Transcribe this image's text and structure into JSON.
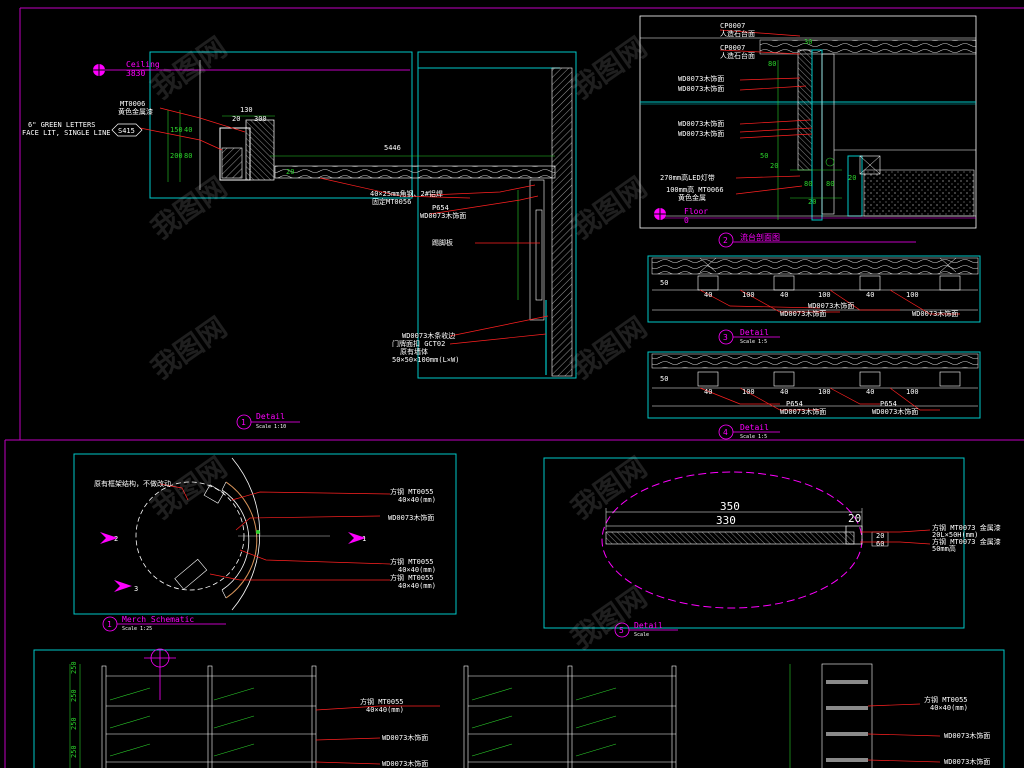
{
  "colors": {
    "background": "#000000",
    "frame": "#00c8c8",
    "magenta": "#ff00ff",
    "leader": "#ff2020",
    "dimension": "#2bd12b",
    "hatch": "#ffffff"
  },
  "watermark_text": "我图网",
  "sections": {
    "detail1": {
      "num": "1",
      "title": "Detail",
      "scale": "Scale 1:10"
    },
    "detail2": {
      "num": "2",
      "title": "流台剖面图"
    },
    "detail3": {
      "num": "3",
      "title": "Detail",
      "scale": "Scale 1:5"
    },
    "detail4": {
      "num": "4",
      "title": "Detail",
      "scale": "Scale 1:5"
    },
    "merch": {
      "num": "1",
      "title": "Merch Schematic",
      "scale": "Scale 1:25"
    },
    "detail5": {
      "num": "5",
      "title": "Detail",
      "scale": "Scale"
    }
  },
  "levels": {
    "ceiling": {
      "label": "Ceiling",
      "value": "3830"
    },
    "floor": {
      "label": "Floor",
      "value": "0"
    }
  },
  "detail1": {
    "tag": "S415",
    "green_letters": [
      "6\" GREEN LETTERS",
      "FACE LIT, SINGLE LINE"
    ],
    "mt_label": [
      "MT0006",
      "黄色金属漆"
    ],
    "dims_top": [
      "130",
      "20",
      "300"
    ],
    "dim_long": "5446",
    "dims_left": [
      "150",
      "200",
      "40",
      "80"
    ],
    "dims_side": [
      "20"
    ],
    "notes_right": [
      "40×25mm角钢、2#铝焊",
      "固定MT0056"
    ],
    "notes_bottom": [
      "P654",
      "WD0073木饰面"
    ],
    "note_mid": "踢脚板",
    "notes_lower": [
      "WD0073木条收边",
      "门牌面扣 GCT02",
      "原有墙体",
      "50×50×100mm(L×W)"
    ]
  },
  "detail2": {
    "labels_top": [
      "CP0007",
      "人造石台面",
      "CP0007",
      "人造石台面"
    ],
    "notes": [
      "WD0073木饰面",
      "WD0073木饰面",
      "WD0073木饰面",
      "WD0073木饰面",
      "270mm高LED灯带",
      "100mm高 MT0066",
      "黄色金属"
    ],
    "dims": [
      "30",
      "80",
      "50",
      "20",
      "80",
      "80",
      "20",
      "20"
    ]
  },
  "detail3": {
    "dims": [
      "40",
      "100",
      "40",
      "100",
      "40",
      "100"
    ],
    "dim_left": "50",
    "notes": [
      "WD0073木饰面",
      "WD0073木饰面",
      "WD0073木饰面"
    ]
  },
  "detail4": {
    "dims": [
      "40",
      "100",
      "40",
      "100",
      "40",
      "100"
    ],
    "dim_left": "50",
    "notes": [
      "P654",
      "WD0073木饰面",
      "P654",
      "WD0073木饰面"
    ]
  },
  "merch": {
    "notes": [
      "原有框架结构，不做改动",
      "方钢 MT0055",
      "40×40(mm)",
      "WD0073木饰面",
      "方钢 MT0055",
      "40×40(mm)",
      "方钢 MT0055",
      "40×40(mm)"
    ],
    "markers": [
      "2",
      "1",
      "3"
    ]
  },
  "detail5": {
    "dim_outer": "350",
    "dim_inner": "330",
    "dim_edge": "20",
    "dims_small": [
      "20",
      "60"
    ],
    "notes": [
      "方钢 MT0073 金属漆",
      "20L×50H(mm)",
      "方钢 MT0073 金属漆",
      "50mm高"
    ]
  },
  "elevation": {
    "notes": [
      "方钢 MT0055",
      "40×40(mm)",
      "WD0073木饰面",
      "WD0073木饰面",
      "方钢 MT0055",
      "40×40(mm)",
      "WD0073木饰面",
      "WD0073木饰面"
    ],
    "dims_left": [
      "250",
      "250",
      "250",
      "250"
    ]
  }
}
